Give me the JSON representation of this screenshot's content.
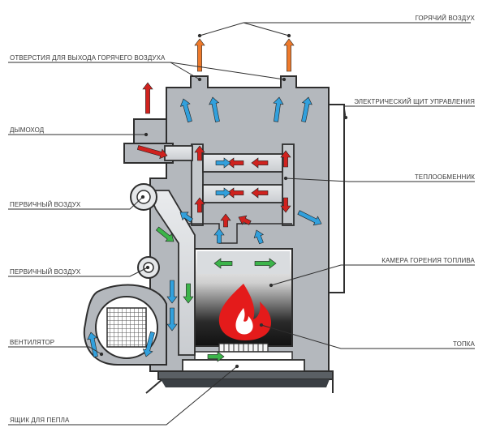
{
  "labels": {
    "hot_air": "ГОРЯЧИЙ ВОЗДУХ",
    "hot_air_outlets": "ОТВЕРСТИЯ ДЛЯ ВЫХОДА ГОРЯЧЕГО ВОЗДУХА",
    "control_panel": "ЭЛЕКТРИЧЕСКИЙ ЩИТ УПРАВЛЕНИЯ",
    "chimney": "ДЫМОХОД",
    "heat_exchanger": "ТЕПЛООБМЕННИК",
    "primary_air_1": "ПЕРВИЧНЫЙ ВОЗДУХ",
    "primary_air_2": "ПЕРВИЧНЫЙ ВОЗДУХ",
    "combustion_chamber": "КАМЕРА ГОРЕНИЯ ТОПЛИВА",
    "fan": "ВЕНТИЛЯТОР",
    "firebox": "ТОПКА",
    "ash_box": "ЯЩИК ДЛЯ ПЕПЛА"
  },
  "colors": {
    "body": "#b4b8bd",
    "body_dark": "#8f949a",
    "outline": "#2e2e2e",
    "hot_arrow": "#d0221e",
    "hot_air_arrow": "#ee7a2c",
    "cold_arrow": "#32a0dc",
    "green_arrow": "#3cb44a",
    "flame": "#e41b1b"
  }
}
